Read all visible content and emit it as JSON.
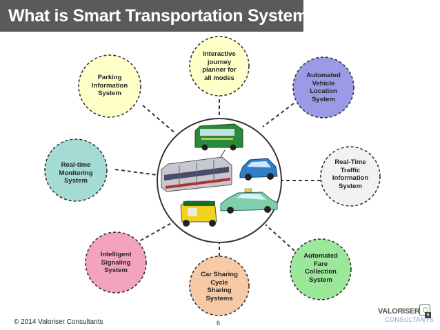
{
  "title": "What is Smart Transportation System",
  "nodes": [
    {
      "id": "journey",
      "label": "Interactive\njourney\nplanner for\nall modes",
      "color": "#ffffc8"
    },
    {
      "id": "avl",
      "label": "Automated\nVehicle\nLocation\nSystem",
      "color": "#9a9ae6"
    },
    {
      "id": "traffic",
      "label": "Real-Time\nTraffic\nInformation\nSystem",
      "color": "#f2f2f2"
    },
    {
      "id": "fare",
      "label": "Automated\nFare\nCollection\nSystem",
      "color": "#9be89b"
    },
    {
      "id": "sharing",
      "label": "Car Sharing\nCycle\nSharing\nSystems",
      "color": "#f7c9a4"
    },
    {
      "id": "signaling",
      "label": "Intelligent\nSignaling\nSystem",
      "color": "#f4a3bd"
    },
    {
      "id": "monitoring",
      "label": "Real-time\nMonitoring\nSystem",
      "color": "#a4dbd5"
    },
    {
      "id": "parking",
      "label": "Parking\nInformation\nSystem",
      "color": "#ffffc8"
    }
  ],
  "center_icons": [
    "bus-icon",
    "train-icon",
    "hatchback-car-icon",
    "sedan-car-icon",
    "auto-rickshaw-icon"
  ],
  "footer": {
    "copyright": "© 2014 Valoriser Consultants",
    "page": "6"
  },
  "logo": {
    "top": "VALORISER",
    "bottom": "CONSULTANTS",
    "badge": "6"
  }
}
